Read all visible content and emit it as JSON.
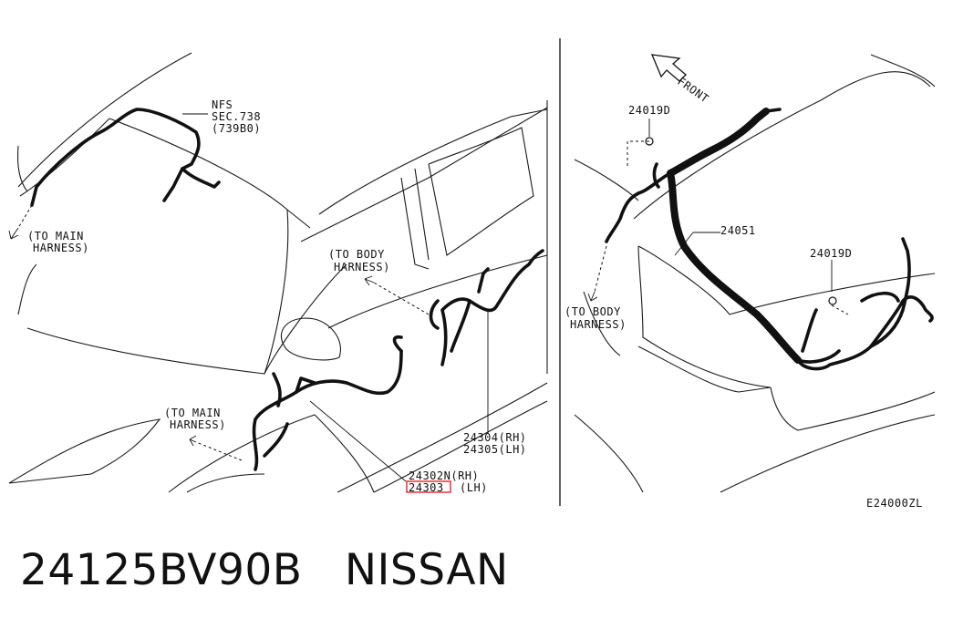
{
  "diagram": {
    "left_labels": {
      "nfs_line1": "NFS",
      "nfs_line2": "SEC.738",
      "nfs_line3": "(739B0)",
      "to_main_harness_top_1": "(TO MAIN",
      "to_main_harness_top_2": "HARNESS)",
      "to_body_harness_1": "(TO BODY",
      "to_body_harness_2": "HARNESS)",
      "to_main_harness_bottom_1": "(TO MAIN",
      "to_main_harness_bottom_2": "HARNESS)",
      "part_24304": "24304(RH)",
      "part_24305": "24305(LH)",
      "part_24302n": "24302N(RH)",
      "part_24303": "24303",
      "part_24303_side": "(LH)"
    },
    "right_labels": {
      "front": "FRONT",
      "clip_top": "24019D",
      "clip_right": "24019D",
      "harness_24051": "24051",
      "to_body_harness_1": "(TO BODY",
      "to_body_harness_2": "HARNESS)",
      "figure_code": "E24000ZL"
    },
    "highlight_color": "#e8121b"
  },
  "caption": {
    "part_number": "24125BV90B",
    "brand": "NISSAN"
  }
}
